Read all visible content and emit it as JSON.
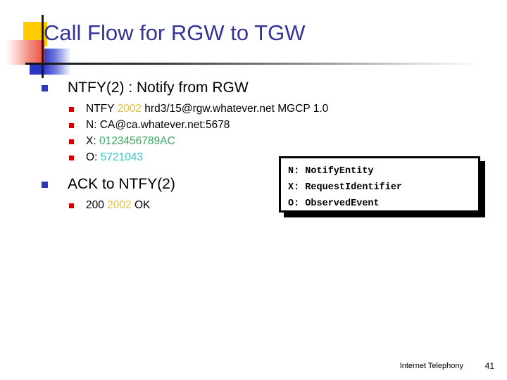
{
  "slide": {
    "title": "Call Flow for RGW to TGW",
    "title_color": "#333399",
    "background_color": "#ffffff"
  },
  "ornament": {
    "yellow_color": "#FFCC00",
    "red_color": "#ED4F41",
    "blue_color": "#2B35C4",
    "rule_color": "#111111"
  },
  "content": {
    "blocks": [
      {
        "heading": "NTFY(2) : Notify from RGW",
        "bullet_color": "#3333BB",
        "items": [
          {
            "parts": [
              {
                "text": "NTFY ",
                "color": "default"
              },
              {
                "text": "2002",
                "color": "gold"
              },
              {
                "text": " hrd3/15@rgw.whatever.net MGCP 1.0",
                "color": "default"
              }
            ]
          },
          {
            "parts": [
              {
                "text": "N: CA@ca.whatever.net:5678",
                "color": "default"
              }
            ]
          },
          {
            "parts": [
              {
                "text": "X: ",
                "color": "default"
              },
              {
                "text": "0123456789AC",
                "color": "green"
              }
            ]
          },
          {
            "parts": [
              {
                "text": "O: ",
                "color": "default"
              },
              {
                "text": "5721043",
                "color": "cyan"
              }
            ]
          }
        ]
      },
      {
        "heading": "ACK to NTFY(2)",
        "bullet_color": "#3333BB",
        "items": [
          {
            "parts": [
              {
                "text": "200 ",
                "color": "default"
              },
              {
                "text": "2002",
                "color": "gold"
              },
              {
                "text": " OK",
                "color": "default"
              }
            ]
          }
        ]
      }
    ],
    "sub_bullet_color": "#CC0000",
    "token_colors": {
      "gold": "#E5BE3E",
      "green": "#37A85F",
      "cyan": "#31C8C8",
      "default": "#000000"
    }
  },
  "legend": {
    "lines": [
      "N: NotifyEntity",
      "X: RequestIdentifier",
      "O: ObservedEvent"
    ],
    "border_color": "#000000",
    "shadow_color": "#000000"
  },
  "footer": {
    "label": "Internet Telephony",
    "page_number": "41"
  }
}
